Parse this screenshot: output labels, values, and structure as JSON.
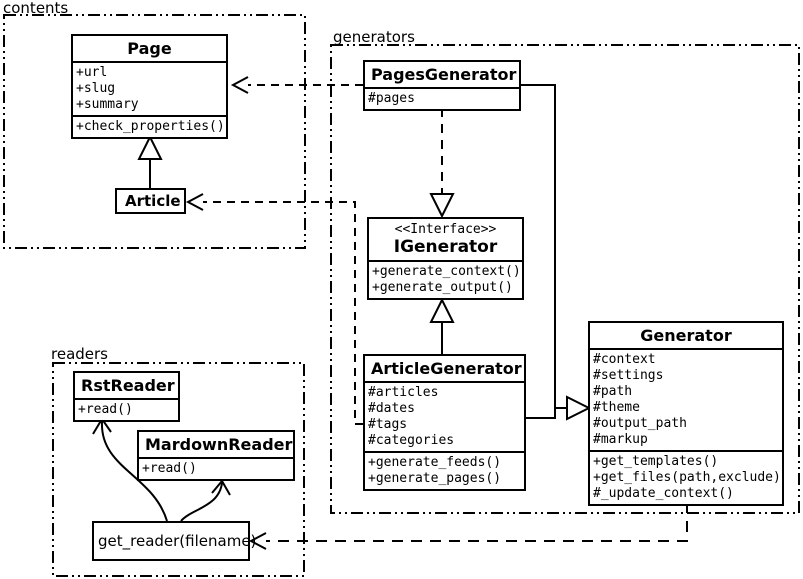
{
  "colors": {
    "line": "#000000",
    "background": "#ffffff",
    "text": "#000000"
  },
  "packages": {
    "contents": {
      "label": "contents"
    },
    "generators": {
      "label": "generators"
    },
    "readers": {
      "label": "readers"
    }
  },
  "classes": {
    "page": {
      "name": "Page",
      "attributes": [
        "+url",
        "+slug",
        "+summary"
      ],
      "operations": [
        "+check_properties()"
      ]
    },
    "article": {
      "name": "Article"
    },
    "pages_generator": {
      "name": "PagesGenerator",
      "attributes": [
        "#pages"
      ]
    },
    "igenerator": {
      "stereotype": "<<Interface>>",
      "name": "IGenerator",
      "operations": [
        "+generate_context()",
        "+generate_output()"
      ]
    },
    "article_generator": {
      "name": "ArticleGenerator",
      "attributes": [
        "#articles",
        "#dates",
        "#tags",
        "#categories"
      ],
      "operations": [
        "+generate_feeds()",
        "+generate_pages()"
      ]
    },
    "generator": {
      "name": "Generator",
      "attributes": [
        "#context",
        "#settings",
        "#path",
        "#theme",
        "#output_path",
        "#markup"
      ],
      "operations": [
        "+get_templates()",
        "+get_files(path,exclude)",
        "#_update_context()"
      ]
    },
    "rst_reader": {
      "name": "RstReader",
      "operations": [
        "+read()"
      ]
    },
    "mardown_reader": {
      "name": "MardownReader",
      "operations": [
        "+read()"
      ]
    },
    "get_reader": {
      "name": "get_reader(filename)"
    }
  },
  "relationships": [
    {
      "from": "Article",
      "to": "Page",
      "type": "inheritance"
    },
    {
      "from": "PagesGenerator",
      "to": "Page",
      "type": "dependency"
    },
    {
      "from": "ArticleGenerator",
      "to": "Article",
      "type": "dependency"
    },
    {
      "from": "PagesGenerator",
      "to": "IGenerator",
      "type": "realization"
    },
    {
      "from": "ArticleGenerator",
      "to": "IGenerator",
      "type": "inheritance"
    },
    {
      "from": "PagesGenerator",
      "to": "Generator",
      "type": "inheritance"
    },
    {
      "from": "ArticleGenerator",
      "to": "Generator",
      "type": "inheritance"
    },
    {
      "from": "Generator",
      "to": "get_reader(filename)",
      "type": "dependency"
    },
    {
      "from": "get_reader(filename)",
      "to": "RstReader",
      "type": "call"
    },
    {
      "from": "get_reader(filename)",
      "to": "MardownReader",
      "type": "call"
    }
  ]
}
